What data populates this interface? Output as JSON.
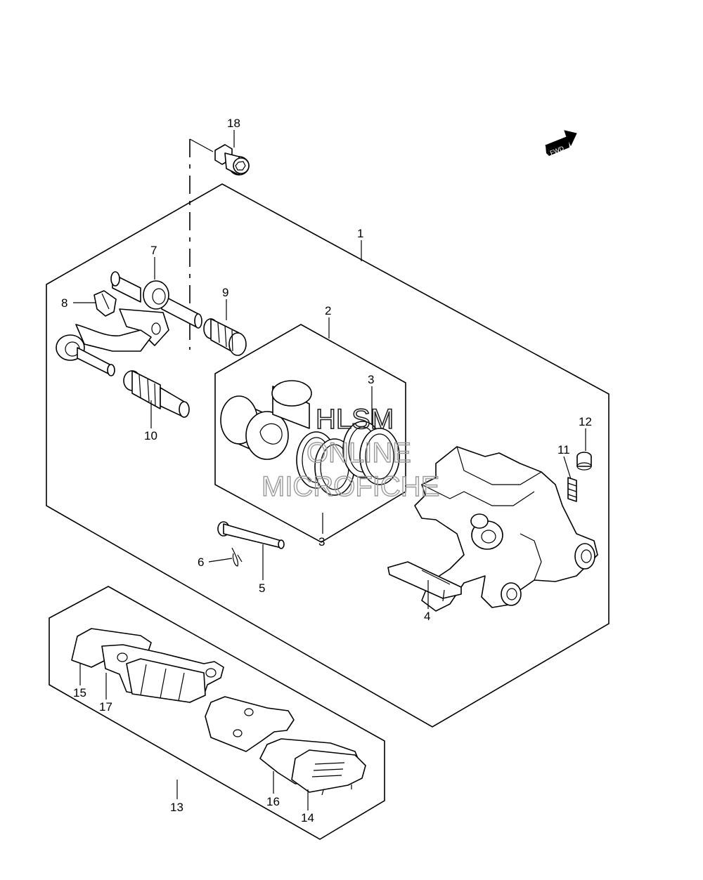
{
  "fwd_label": "FWD",
  "watermark": {
    "line1": "HLSM",
    "line2": "ONLINE",
    "line3": "MICROFICHE"
  },
  "callouts": {
    "c1": "1",
    "c2": "2",
    "c3a": "3",
    "c3b": "3",
    "c4": "4",
    "c5": "5",
    "c6": "6",
    "c7": "7",
    "c8": "8",
    "c9": "9",
    "c10": "10",
    "c11": "11",
    "c12": "12",
    "c13": "13",
    "c14": "14",
    "c15": "15",
    "c16": "16",
    "c17": "17",
    "c18": "18"
  }
}
